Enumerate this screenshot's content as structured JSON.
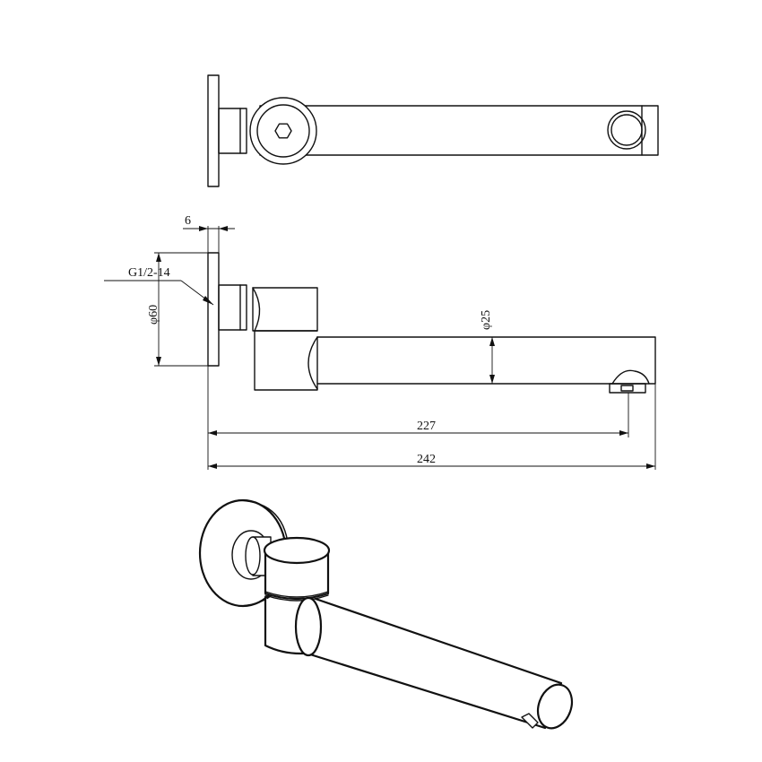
{
  "views": {
    "top": {
      "label": ""
    },
    "side": {
      "dimensions": {
        "flange_thickness": "6",
        "thread": "G1/2-14",
        "flange_diameter": "φ60",
        "spout_diameter": "φ25",
        "outlet_reach": "227",
        "overall_length": "242"
      }
    },
    "perspective": {
      "label": ""
    }
  }
}
